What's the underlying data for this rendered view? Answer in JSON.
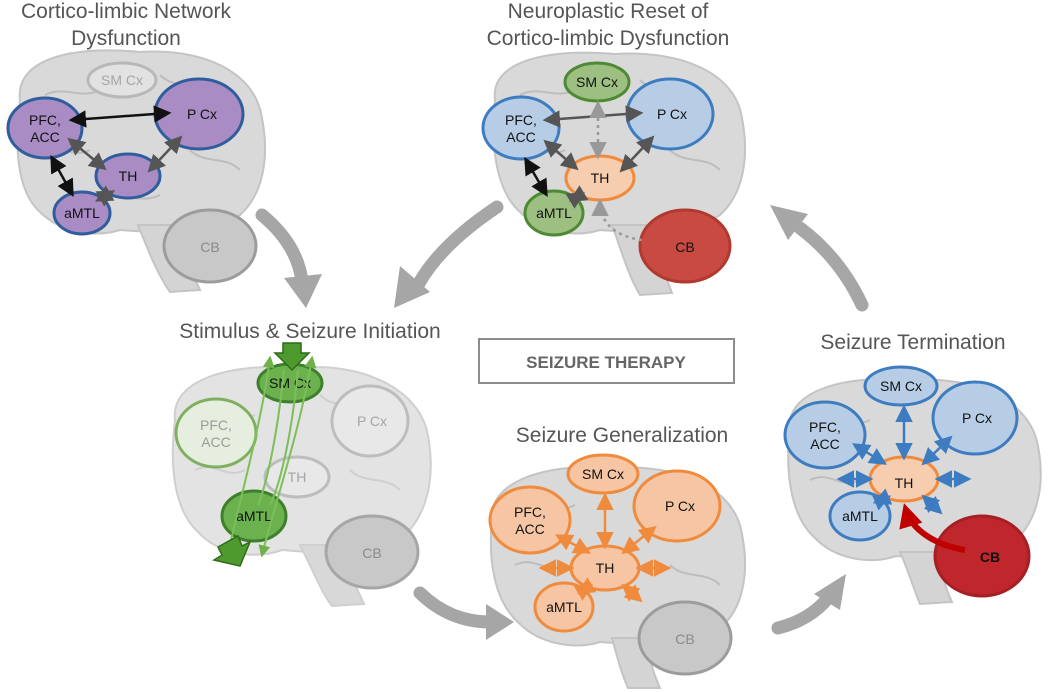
{
  "center_box": {
    "label": "SEIZURE THERAPY"
  },
  "panels": {
    "dysfunction": {
      "title_lines": [
        "Cortico-limbic Network",
        "Dysfunction"
      ],
      "nodes": {
        "sm": "SM Cx",
        "pfc": [
          "PFC,",
          "ACC"
        ],
        "pcx": "P Cx",
        "th": "TH",
        "amtl": "aMTL",
        "cb": "CB"
      }
    },
    "reset": {
      "title_lines": [
        "Neuroplastic Reset of",
        "Cortico-limbic Dysfunction"
      ],
      "nodes": {
        "sm": "SM Cx",
        "pfc": [
          "PFC,",
          "ACC"
        ],
        "pcx": "P Cx",
        "th": "TH",
        "amtl": "aMTL",
        "cb": "CB"
      }
    },
    "initiation": {
      "title_lines": [
        "Stimulus & Seizure Initiation"
      ],
      "nodes": {
        "sm": "SM Cx",
        "pfc": [
          "PFC,",
          "ACC"
        ],
        "pcx": "P Cx",
        "th": "TH",
        "amtl": "aMTL",
        "cb": "CB"
      }
    },
    "generalization": {
      "title_lines": [
        "Seizure Generalization"
      ],
      "nodes": {
        "sm": "SM Cx",
        "pfc": [
          "PFC,",
          "ACC"
        ],
        "pcx": "P Cx",
        "th": "TH",
        "amtl": "aMTL",
        "cb": "CB"
      }
    },
    "termination": {
      "title_lines": [
        "Seizure Termination"
      ],
      "nodes": {
        "sm": "SM Cx",
        "pfc": [
          "PFC,",
          "ACC"
        ],
        "pcx": "P Cx",
        "th": "TH",
        "amtl": "aMTL",
        "cb": "CB"
      }
    }
  },
  "colors": {
    "brain_fill": "#d9d9d9",
    "brain_line": "#bdbdbd",
    "purple": "#9a78b5",
    "green": "#70a845",
    "blue": "#5b8fc7",
    "orange": "#f08a3c",
    "red": "#c0392b",
    "cycle_arrow": "#a6a6a6"
  }
}
